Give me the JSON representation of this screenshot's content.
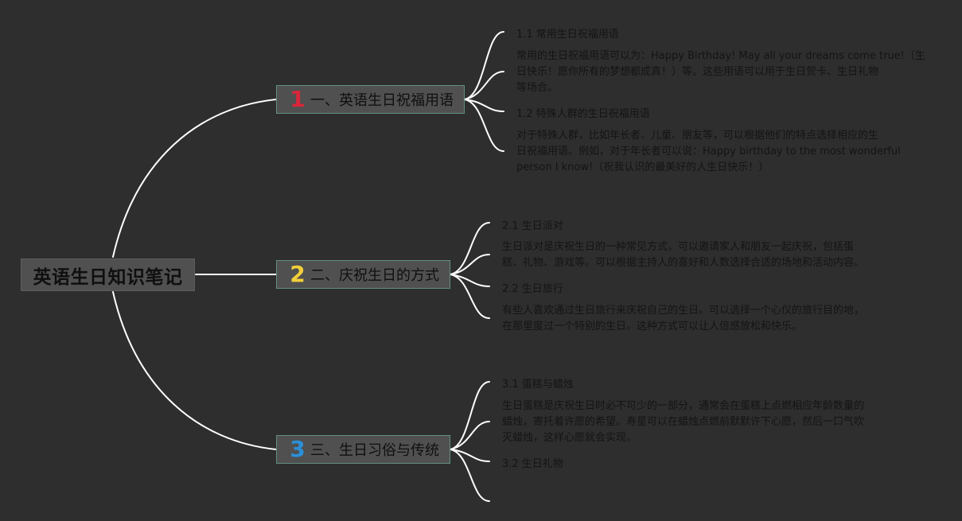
{
  "root": {
    "title": "英语生日知识笔记"
  },
  "colors": {
    "background": "#2e2e2e",
    "node_fill": "#505050",
    "node_border": "#5f8f80",
    "connector": "#ffffff",
    "text": "#141414",
    "marker_1": "#d9263a",
    "marker_2": "#f2cf3a",
    "marker_3": "#2a8fd8"
  },
  "branches": [
    {
      "marker": "1",
      "label": "一、英语生日祝福用语",
      "items": [
        {
          "title": "1.1 常用生日祝福用语",
          "lines": [
            "常用的生日祝福用语可以为：Happy Birthday! May all your dreams come true!（生",
            "日快乐！愿你所有的梦想都成真！）等。这些用语可以用于生日贺卡、生日礼物",
            "等场合。"
          ]
        },
        {
          "title": "1.2 特殊人群的生日祝福用语",
          "lines": [
            "对于特殊人群，比如年长者、儿童、朋友等，可以根据他们的特点选择相应的生",
            "日祝福用语。例如，对于年长者可以说：Happy birthday to the most wonderful",
            "person I know!（祝我认识的最美好的人生日快乐！）"
          ]
        }
      ]
    },
    {
      "marker": "2",
      "label": "二、庆祝生日的方式",
      "items": [
        {
          "title": "2.1 生日派对",
          "lines": [
            "生日派对是庆祝生日的一种常见方式，可以邀请家人和朋友一起庆祝，包括蛋",
            "糕、礼物、游戏等。可以根据主持人的喜好和人数选择合适的场地和活动内容。"
          ]
        },
        {
          "title": "2.2 生日旅行",
          "lines": [
            "有些人喜欢通过生日旅行来庆祝自己的生日。可以选择一个心仪的旅行目的地，",
            "在那里度过一个特别的生日。这种方式可以让人倍感放松和快乐。"
          ]
        }
      ]
    },
    {
      "marker": "3",
      "label": "三、生日习俗与传统",
      "items": [
        {
          "title": "3.1 蛋糕与蜡烛",
          "lines": [
            "生日蛋糕是庆祝生日时必不可少的一部分，通常会在蛋糕上点燃相应年龄数量的",
            "蜡烛，寄托着许愿的希望。寿星可以在蜡烛点燃前默默许下心愿，然后一口气吹",
            "灭蜡烛，这样心愿就会实现。"
          ]
        },
        {
          "title": "3.2 生日礼物",
          "lines": []
        }
      ]
    }
  ]
}
